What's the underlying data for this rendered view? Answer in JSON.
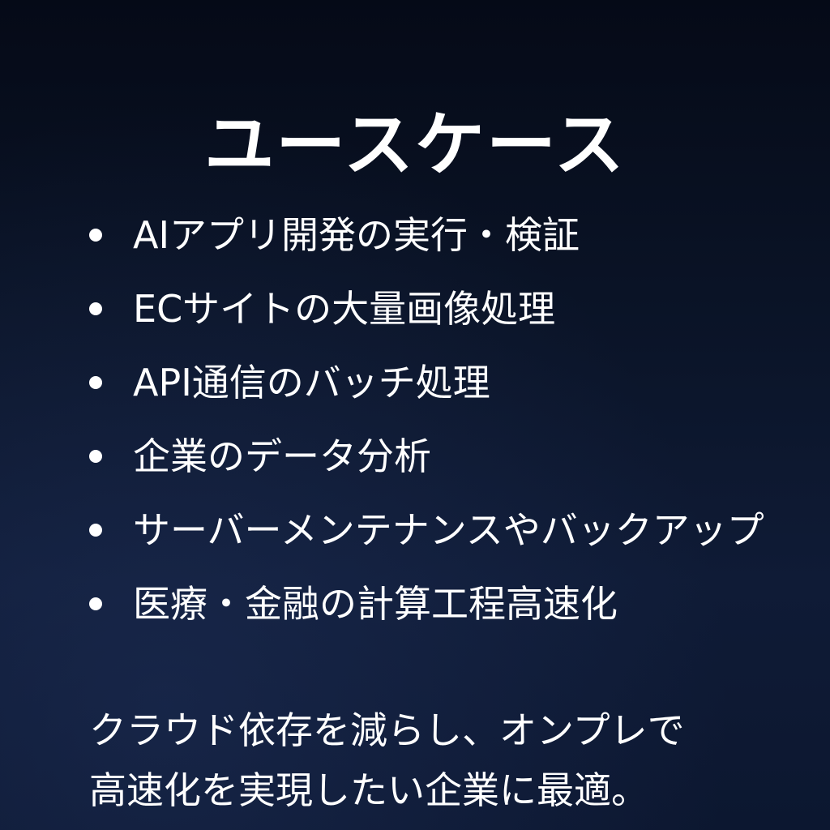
{
  "slide": {
    "title": "ユースケース",
    "bullets": [
      {
        "label": "AIアプリ開発の実行・検証"
      },
      {
        "label": "ECサイトの大量画像処理"
      },
      {
        "label": "API通信のバッチ処理"
      },
      {
        "label": "企業のデータ分析"
      },
      {
        "label": "サーバーメンテナンスやバックアップ"
      },
      {
        "label": "医療・金融の計算工程高速化"
      }
    ],
    "summary": {
      "line1": "クラウド依存を減らし、オンプレで",
      "line2": "高速化を実現したい企業に最適。"
    },
    "colors": {
      "background_top": "#050a17",
      "background_bottom": "#0f1b36",
      "text": "#ffffff"
    }
  }
}
